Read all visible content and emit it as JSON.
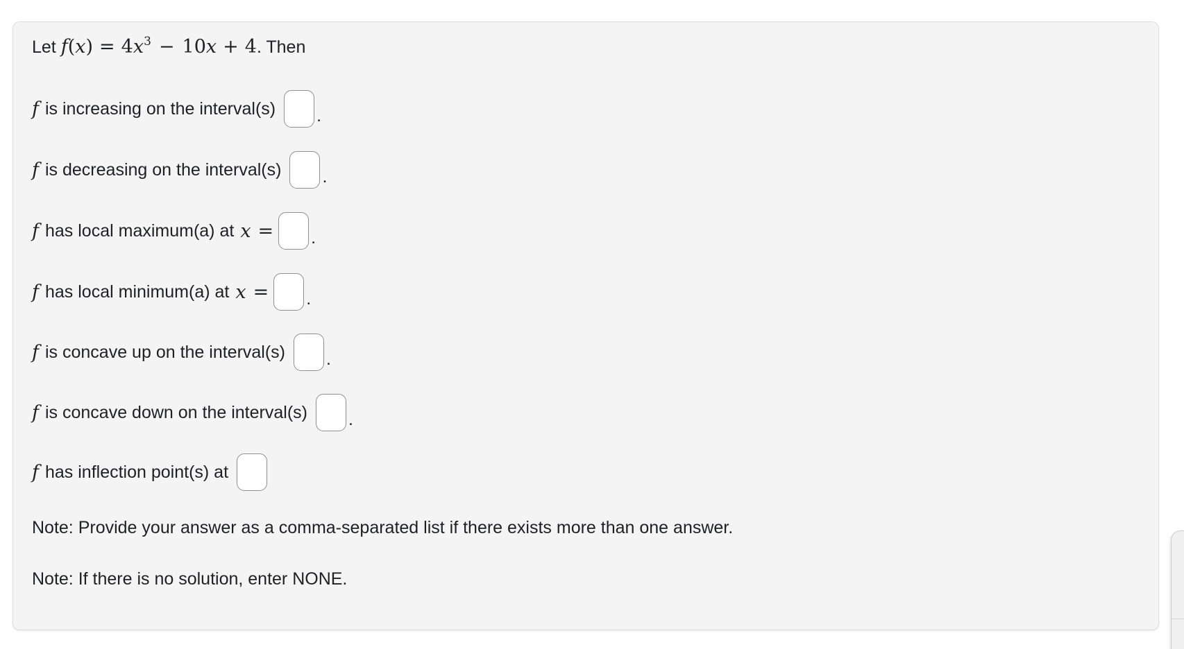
{
  "colors": {
    "page_bg": "#ffffff",
    "panel_bg": "#f4f4f5",
    "panel_border": "#dcdcde",
    "text": "#1f2023",
    "answer_box_border": "#8e8e93",
    "answer_box_bg": "#ffffff"
  },
  "intro": {
    "lead": "Let ",
    "func_name": "f",
    "open_paren": "(",
    "var": "x",
    "close_paren": ")",
    "equals": "=",
    "coef_cubic": "4",
    "var_cubic": "x",
    "exponent": "3",
    "minus": "−",
    "coef_linear": "10",
    "var_linear": "x",
    "plus": "+",
    "constant": "4",
    "period": ".",
    "trailer": " Then"
  },
  "statements": [
    {
      "f": "f",
      "text": "is increasing on the interval(s)",
      "tail": ".",
      "input_value": ""
    },
    {
      "f": "f",
      "text": "is decreasing on the interval(s)",
      "tail": ".",
      "input_value": ""
    },
    {
      "f": "f",
      "text": "has local maximum(a) at",
      "var": "x",
      "equals": "=",
      "tail": ".",
      "input_value": ""
    },
    {
      "f": "f",
      "text": "has local minimum(a) at",
      "var": "x",
      "equals": "=",
      "tail": ".",
      "input_value": ""
    },
    {
      "f": "f",
      "text": "is concave up on the interval(s)",
      "tail": ".",
      "input_value": ""
    },
    {
      "f": "f",
      "text": "is concave down on the interval(s)",
      "tail": ".",
      "input_value": ""
    },
    {
      "f": "f",
      "text": "has inflection point(s) at",
      "tail": "",
      "input_value": ""
    }
  ],
  "notes": [
    "Note: Provide your answer as a comma-separated list if there exists more than one answer.",
    "Note: If there is no solution, enter NONE."
  ]
}
